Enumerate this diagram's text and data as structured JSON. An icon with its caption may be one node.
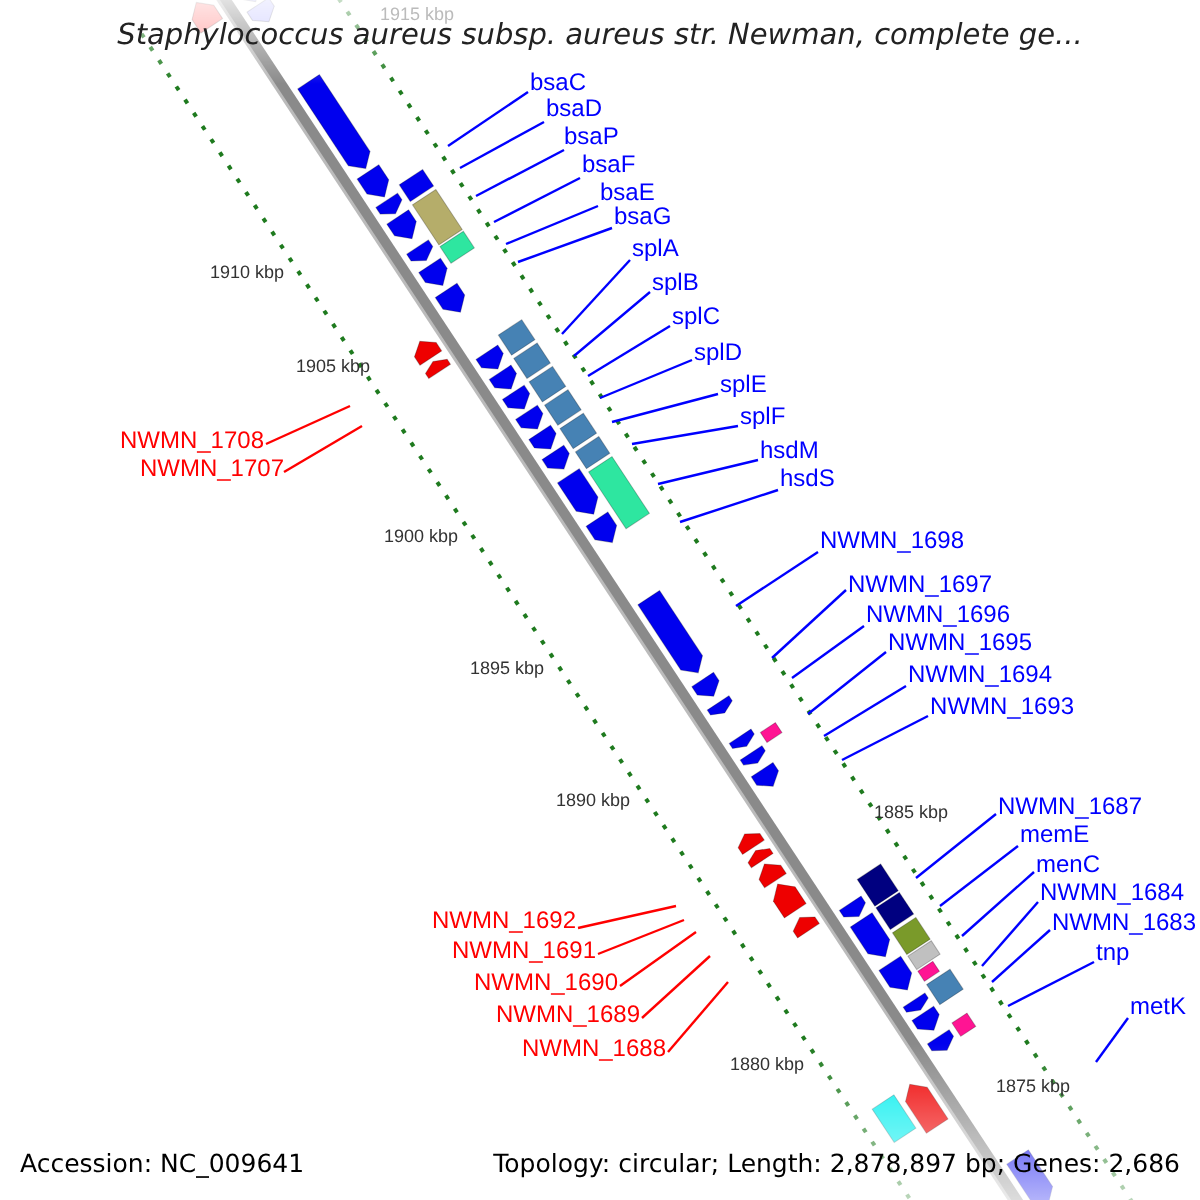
{
  "diagram": {
    "title": "Staphylococcus aureus subsp. aureus str. Newman, complete ge...",
    "nodes": [
      {
        "text": [
          "bsaC"
        ]
      },
      {
        "text": [
          "bsaD"
        ]
      },
      {
        "text": [
          "bsaP"
        ]
      },
      {
        "text": [
          "bsaF"
        ]
      },
      {
        "text": [
          "bsaE"
        ]
      },
      {
        "text": [
          "bsaG"
        ]
      },
      {
        "text": [
          "splA"
        ]
      },
      {
        "text": [
          "splB"
        ]
      },
      {
        "text": [
          "splC"
        ]
      },
      {
        "text": [
          "splD"
        ]
      },
      {
        "text": [
          "splE"
        ]
      },
      {
        "text": [
          "splF"
        ]
      },
      {
        "text": [
          "NWMN_1708"
        ]
      },
      {
        "text": [
          "hsdM"
        ]
      },
      {
        "text": [
          "NWMN_1707"
        ]
      },
      {
        "text": [
          "hsdS"
        ]
      },
      {
        "text": [
          "NWMN_1698"
        ]
      },
      {
        "text": [
          "NWMN_1697"
        ]
      },
      {
        "text": [
          "NWMN_1696"
        ]
      },
      {
        "text": [
          "NWMN_1695"
        ]
      },
      {
        "text": [
          "NWMN_1694"
        ]
      },
      {
        "text": [
          "NWMN_1693"
        ]
      },
      {
        "text": [
          "NWMN_1687"
        ]
      },
      {
        "text": [
          "memE"
        ]
      },
      {
        "text": [
          "menC"
        ]
      },
      {
        "text": [
          "NWMN_1684"
        ]
      },
      {
        "text": [
          "NWMN_1692"
        ]
      },
      {
        "text": [
          "NWMN_1683"
        ]
      },
      {
        "text": [
          "NWMN_1691"
        ]
      },
      {
        "text": [
          "tnp"
        ]
      },
      {
        "text": [
          "NWMN_1690"
        ]
      },
      {
        "text": [
          "metK"
        ]
      },
      {
        "text": [
          "NWMN_1689"
        ]
      },
      {
        "text": [
          "NWMN_1688"
        ]
      }
    ],
    "edges": [
      {
        "from": 0,
        "to": null,
        "arrow": "none"
      },
      {
        "from": 1,
        "to": null,
        "arrow": "none"
      },
      {
        "from": 2,
        "to": null,
        "arrow": "none"
      },
      {
        "from": 3,
        "to": null,
        "arrow": "none"
      },
      {
        "from": 4,
        "to": null,
        "arrow": "none"
      },
      {
        "from": 5,
        "to": null,
        "arrow": "none"
      },
      {
        "from": 6,
        "to": null,
        "arrow": "none"
      },
      {
        "from": 7,
        "to": null,
        "arrow": "none"
      },
      {
        "from": 8,
        "to": null,
        "arrow": "none"
      },
      {
        "from": 9,
        "to": null,
        "arrow": "none"
      },
      {
        "from": 10,
        "to": null,
        "arrow": "none"
      },
      {
        "from": 11,
        "to": null,
        "arrow": "none"
      },
      {
        "from": 12,
        "to": null,
        "arrow": "none",
        "color": "#ff0000"
      },
      {
        "from": 13,
        "to": null,
        "arrow": "none"
      },
      {
        "from": 14,
        "to": null,
        "arrow": "none",
        "color": "#ff0000"
      },
      {
        "from": 15,
        "to": null,
        "arrow": "none"
      },
      {
        "from": 16,
        "to": null,
        "arrow": "none"
      },
      {
        "from": 17,
        "to": null,
        "arrow": "none"
      },
      {
        "from": 18,
        "to": null,
        "arrow": "none"
      },
      {
        "from": 19,
        "to": null,
        "arrow": "none"
      },
      {
        "from": 20,
        "to": null,
        "arrow": "none"
      },
      {
        "from": 21,
        "to": null,
        "arrow": "none"
      },
      {
        "from": 22,
        "to": null,
        "arrow": "none"
      },
      {
        "from": 23,
        "to": null,
        "arrow": "none"
      },
      {
        "from": 24,
        "to": null,
        "arrow": "none"
      },
      {
        "from": 25,
        "to": null,
        "arrow": "none"
      },
      {
        "from": 26,
        "to": null,
        "arrow": "none",
        "color": "#ff0000"
      },
      {
        "from": 27,
        "to": null,
        "arrow": "none"
      },
      {
        "from": 28,
        "to": null,
        "arrow": "none",
        "color": "#ff0000"
      },
      {
        "from": 29,
        "to": null,
        "arrow": "none"
      },
      {
        "from": 30,
        "to": null,
        "arrow": "none",
        "color": "#ff0000"
      },
      {
        "from": 31,
        "to": null,
        "arrow": "none"
      },
      {
        "from": 32,
        "to": null,
        "arrow": "none",
        "color": "#ff0000"
      },
      {
        "from": 33,
        "to": null,
        "arrow": "none",
        "color": "#ff0000"
      }
    ],
    "labels": [
      "1915 kbp",
      "1910 kbp",
      "1905 kbp",
      "1900 kbp",
      "1895 kbp",
      "1890 kbp",
      "1885 kbp",
      "1880 kbp",
      "1875 kbp",
      "Accession: NC_009641",
      "Topology: circular; Length: 2,878,897 bp; Genes: 2,686"
    ]
  }
}
